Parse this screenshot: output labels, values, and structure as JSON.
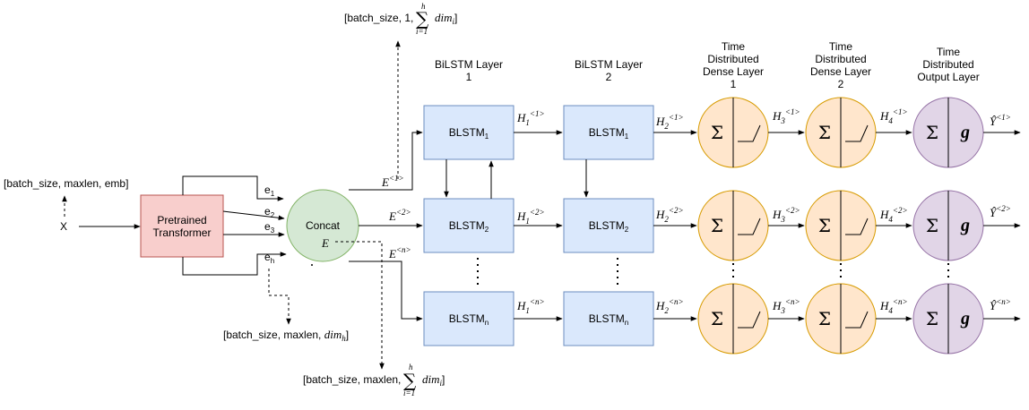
{
  "input": {
    "x_label": "X",
    "x_shape": "[batch_size, maxlen, emb]"
  },
  "transformer": {
    "line1": "Pretrained",
    "line2": "Transformer"
  },
  "embeddings": {
    "e1": "e",
    "e1_sub": "1",
    "e2": "e",
    "e2_sub": "2",
    "e3": "e",
    "e3_sub": "3",
    "eh": "e",
    "eh_sub": "h"
  },
  "concat": {
    "label": "Concat",
    "E": "E"
  },
  "shapes": {
    "top_prefix": "[batch_size, 1, ",
    "top_suffix": "]",
    "sum_top": "h",
    "sum_bottom": "i=1",
    "dim": "dim",
    "dim_sub_i": "i",
    "dimh_prefix": "[batch_size, maxlen, ",
    "dimh_sub": "h",
    "bottom_prefix": "[batch_size, maxlen, ",
    "bottom_suffix": "]"
  },
  "E_labels": {
    "e1": "E",
    "e1_sup": "<1>",
    "e2": "E",
    "e2_sup": "<2>",
    "en": "E",
    "en_sup": "<n>"
  },
  "layers": {
    "bilstm1": [
      "BiLSTM Layer",
      "1"
    ],
    "bilstm2": [
      "BiLSTM Layer",
      "2"
    ],
    "dense1": [
      "Time",
      "Distributed",
      "Dense Layer",
      "1"
    ],
    "dense2": [
      "Time",
      "Distributed",
      "Dense Layer",
      "2"
    ],
    "output": [
      "Time",
      "Distributed",
      "Output Layer"
    ]
  },
  "blstm": {
    "name": "BLSTM",
    "sub1": "1",
    "sub2": "2",
    "subn": "n"
  },
  "H": {
    "H1_1": [
      "H",
      "1",
      "<1>"
    ],
    "H1_2": [
      "H",
      "1",
      "<2>"
    ],
    "H1_n": [
      "H",
      "1",
      "<n>"
    ],
    "H2_1": [
      "H",
      "2",
      "<1>"
    ],
    "H2_2": [
      "H",
      "2",
      "<2>"
    ],
    "H2_n": [
      "H",
      "2",
      "<n>"
    ],
    "H3_1": [
      "H",
      "3",
      "<1>"
    ],
    "H3_2": [
      "H",
      "3",
      "<2>"
    ],
    "H3_n": [
      "H",
      "3",
      "<n>"
    ],
    "H4_1": [
      "H",
      "4",
      "<1>"
    ],
    "H4_2": [
      "H",
      "4",
      "<2>"
    ],
    "H4_n": [
      "H",
      "4",
      "<n>"
    ],
    "Y_1": [
      "Ŷ",
      "<1>"
    ],
    "Y_2": [
      "Ŷ",
      "<2>"
    ],
    "Y_n": [
      "Ŷ",
      "<n>"
    ]
  },
  "symbols": {
    "sum": "Σ",
    "g": "g"
  },
  "colors": {
    "transformer_fill": "#f8cecc",
    "transformer_stroke": "#b85450",
    "concat_fill": "#d5e8d4",
    "concat_stroke": "#82b366",
    "blstm_fill": "#dae8fc",
    "blstm_stroke": "#6c8ebf",
    "dense_fill": "#ffe6cc",
    "dense_stroke": "#d79b00",
    "output_fill": "#e1d5e7",
    "output_stroke": "#9673a6"
  }
}
